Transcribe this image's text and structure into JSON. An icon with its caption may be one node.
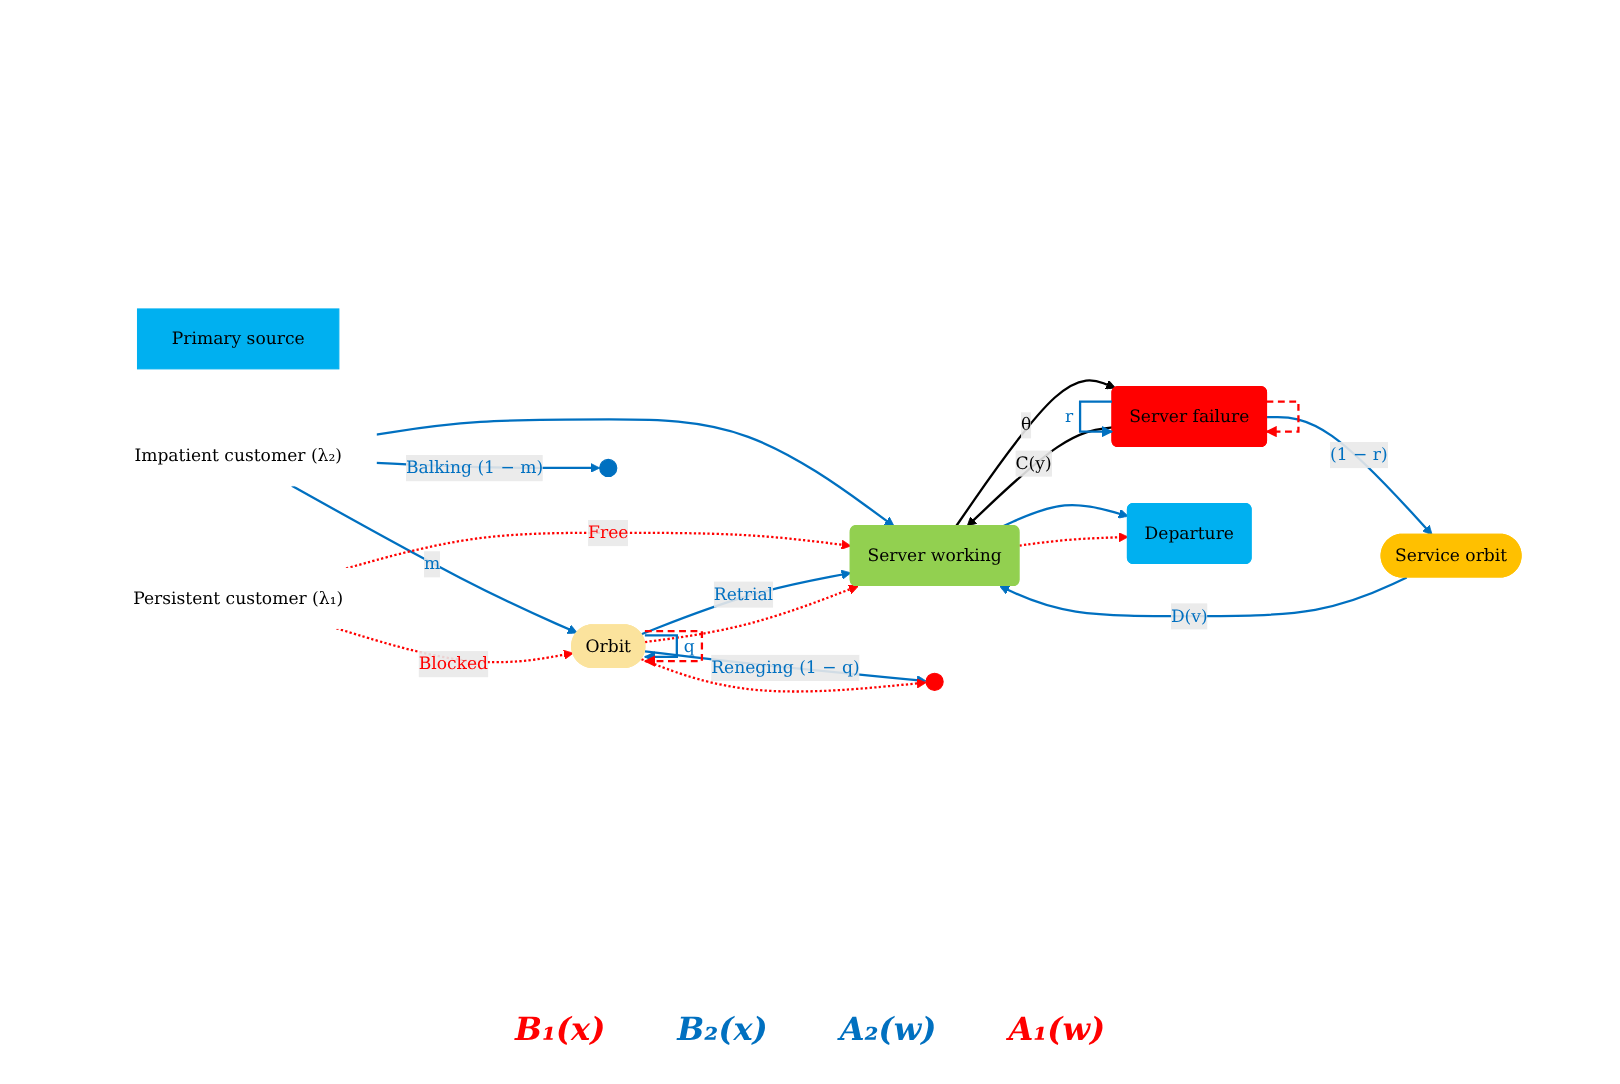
{
  "diagram": {
    "nodes": [
      {
        "text": [
          "Primary source"
        ]
      },
      {
        "text": [
          "Impatient customer (λ₂)"
        ]
      },
      {
        "text": [
          "Persistent customer (λ₁)"
        ]
      },
      {
        "text": [
          "Orbit"
        ]
      },
      {
        "text": [
          "Server working"
        ]
      },
      {
        "text": [
          "Server failure"
        ]
      },
      {
        "text": [
          "Service orbit"
        ]
      },
      {
        "text": [
          "Departure"
        ]
      },
      {
        "text": [],
        "shape": "circle"
      },
      {
        "text": [],
        "shape": "circle"
      }
    ],
    "edges": [
      {
        "from": 1,
        "to": 4,
        "arrow": "to"
      },
      {
        "from": 1,
        "to": 8,
        "arrow": "to",
        "label": "Balking (1 − m)"
      },
      {
        "from": 1,
        "to": 3,
        "arrow": "to",
        "label": "m"
      },
      {
        "from": 2,
        "to": 4,
        "arrow": "to",
        "label": "Free",
        "style": "dashed",
        "color": "#ff0000"
      },
      {
        "from": 2,
        "to": 3,
        "arrow": "to",
        "label": "Blocked",
        "style": "dashed",
        "color": "#ff0000"
      },
      {
        "from": 3,
        "to": 4,
        "arrow": "to",
        "label": "Retrial"
      },
      {
        "from": 3,
        "to": 4,
        "arrow": "to",
        "style": "dashed",
        "color": "#ff0000"
      },
      {
        "from": 3,
        "to": 9,
        "arrow": "to",
        "label": "Reneging (1 − q)"
      },
      {
        "from": 3,
        "to": 9,
        "arrow": "to",
        "style": "dashed",
        "color": "#ff0000"
      },
      {
        "from": 3,
        "to": 3,
        "arrow": "to",
        "label": "q"
      },
      {
        "from": 3,
        "to": 3,
        "arrow": "to",
        "style": "dashed",
        "color": "#ff0000"
      },
      {
        "from": 4,
        "to": 7,
        "arrow": "to"
      },
      {
        "from": 4,
        "to": 7,
        "arrow": "to",
        "style": "dashed",
        "color": "#ff0000"
      },
      {
        "from": 4,
        "to": 5,
        "arrow": "to",
        "label": "θ",
        "color": "#000000"
      },
      {
        "from": 5,
        "to": 4,
        "arrow": "to",
        "label": "C(y)",
        "color": "#000000"
      },
      {
        "from": 5,
        "to": 5,
        "arrow": "to",
        "label": "r"
      },
      {
        "from": 5,
        "to": 5,
        "arrow": "to",
        "style": "dashed",
        "color": "#ff0000"
      },
      {
        "from": 5,
        "to": 6,
        "arrow": "to",
        "label": "(1 − r)"
      },
      {
        "from": 6,
        "to": 4,
        "arrow": "to",
        "label": "D(v)"
      }
    ],
    "labels": [
      "B₁(x)",
      "B₂(x)",
      "A₂(w)",
      "A₁(w)"
    ]
  }
}
